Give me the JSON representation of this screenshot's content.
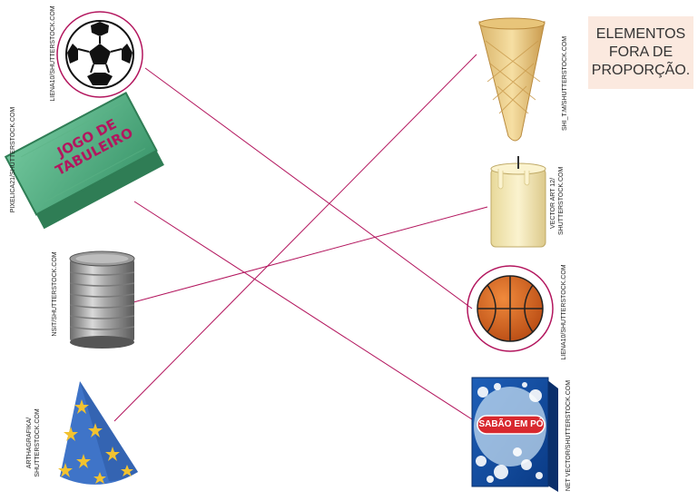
{
  "note": {
    "text": "ELEMENTOS\nFORA DE\nPROPORÇÃO."
  },
  "labels": {
    "board_game": "JOGO DE\nTABULEIRO",
    "soap_box": "SABÃO EM PÓ"
  },
  "credits": {
    "soccer": "LIENA10/SHUTTERSTOCK.COM",
    "board_game": "PIXELICA21/SHUTTERSTOCK.COM",
    "can": "NSIT/SHUTTERSTOCK.COM",
    "party_hat_1": "ARTHAGRAFIKA/",
    "party_hat_2": "SHUTTERSTOCK.COM",
    "cone": "SHI_T.M/SHUTTERSTOCK.COM",
    "candle_1": "VECTOR ART 12/",
    "candle_2": "SHUTTERSTOCK.COM",
    "basketball": "LIENA10/SHUTTERSTOCK.COM",
    "soap": "NET VECTOR/SHUTTERSTOCK.COM"
  },
  "colors": {
    "line": "#b3165e",
    "note_bg": "#fbe9df",
    "circle": "#b3165e"
  },
  "connections": [
    {
      "from": "soccer-ball",
      "to": "basketball"
    },
    {
      "from": "board-game",
      "to": "soap-box"
    },
    {
      "from": "tin-can",
      "to": "candle"
    },
    {
      "from": "party-hat",
      "to": "ice-cream-cone"
    }
  ]
}
